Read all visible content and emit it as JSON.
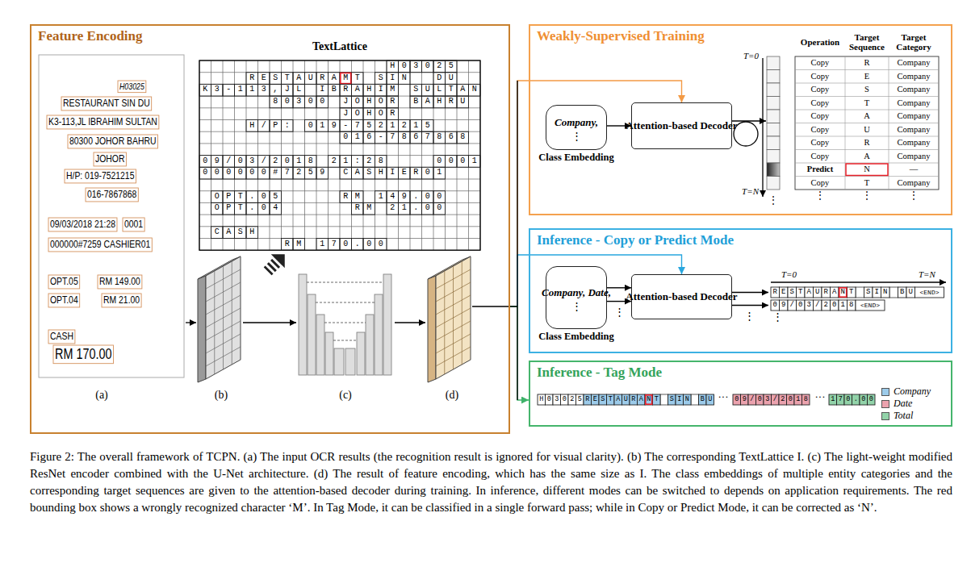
{
  "diagram": {
    "caption": "Figure 2: The overall framework of TCPN. (a) The input OCR results (the recognition result is ignored for visual clarity). (b) The corresponding TextLattice I. (c) The light-weight modified ResNet encoder combined with the U-Net architecture. (d) The result of feature encoding, which has the same size as I. The class embeddings of multiple entity categories and the corresponding target sequences are given to the attention-based decoder during training. In inference, different modes can be switched to depends on application requirements. The red bounding box shows a wrongly recognized character ‘M’. In Tag Mode, it can be classified in a single forward pass; while in Copy or Predict Mode, it can be corrected as ‘N’.",
    "nodes": [
      {
        "text": [
          "Feature Encoding"
        ]
      },
      {
        "text": [
          "Weakly-Supervised Training"
        ]
      },
      {
        "text": [
          "Company,",
          "⋮",
          "Class Embedding"
        ],
        "in": 1
      },
      {
        "text": [
          "Attention-based Decoder"
        ],
        "in": 1
      },
      {
        "text": [
          "Inference - Copy or Predict Mode"
        ]
      },
      {
        "text": [
          "Company, Date,",
          "⋮",
          "Class Embedding"
        ],
        "in": 4
      },
      {
        "text": [
          "Attention-based Decoder"
        ],
        "in": 4
      },
      {
        "text": [
          "Inference - Tag Mode"
        ]
      }
    ],
    "edges": [
      {
        "from": 0,
        "to": 3,
        "arrow": "to"
      },
      {
        "from": 0,
        "to": 6,
        "arrow": "to"
      },
      {
        "from": 0,
        "to": 7,
        "arrow": "to"
      },
      {
        "from": 2,
        "to": 3,
        "arrow": "to"
      },
      {
        "from": 5,
        "to": 6,
        "arrow": "to"
      },
      {
        "from": 5,
        "to": 6,
        "arrow": "to"
      }
    ],
    "labels": [
      "H03025",
      "RESTAURANT SIN DU",
      "K3-113,JL IBRAHIM SULTAN",
      "80300 JOHOR BAHRU",
      "JOHOR",
      "H/P: 019-7521215",
      "016-7867868",
      "09/03/2018 21:28",
      "0001",
      "000000#7259 CASHIER01",
      "OPT.05",
      "RM 149.00",
      "OPT.04",
      "RM 21.00",
      "CASH",
      "RM 170.00",
      "TextLattice",
      "H03025",
      "RESTAURAMT",
      "SIN",
      "DU",
      "K3-113,JL",
      "IBRAHIM",
      "SULTAN",
      "80300",
      "JOHOR",
      "BAHRU",
      "JOHOR",
      "H/P:",
      "019-7521215",
      "016-7867868",
      "09/03/2018",
      "21:28",
      "0001",
      "000000#7259",
      "CASHIER01",
      "OPT.05",
      "RM",
      "149.00",
      "OPT.04",
      "RM",
      "21.00",
      "CASH",
      "RM",
      "170.00",
      "(a)",
      "(b)",
      "(c)",
      "(d)",
      "T=0",
      "T=N",
      "Operation",
      "Target Sequence",
      "Target Category",
      "Copy",
      "R",
      "Company",
      "Copy",
      "E",
      "Company",
      "Copy",
      "S",
      "Company",
      "Copy",
      "T",
      "Company",
      "Copy",
      "A",
      "Company",
      "Copy",
      "U",
      "Company",
      "Copy",
      "R",
      "Company",
      "Copy",
      "A",
      "Company",
      "Predict",
      "N",
      "—",
      "Copy",
      "T",
      "Company",
      "⋮",
      "⋮",
      "⋮",
      "T=0",
      "T=N",
      "RESTAURANT",
      "SIN",
      "BU",
      "<END>",
      "09/03/2018",
      "<END>",
      "⋮",
      "⋮",
      "⋮",
      "H03025",
      "RESTAURANT",
      "SIN",
      "BU",
      "···",
      "09/03/2018",
      "···",
      "170.00",
      "⋮"
    ],
    "legend": [
      {
        "text": "Company",
        "color": "#9ccbea"
      },
      {
        "text": "Date",
        "color": "#eba2ae"
      },
      {
        "text": "Total",
        "color": "#92d3a9"
      }
    ]
  }
}
